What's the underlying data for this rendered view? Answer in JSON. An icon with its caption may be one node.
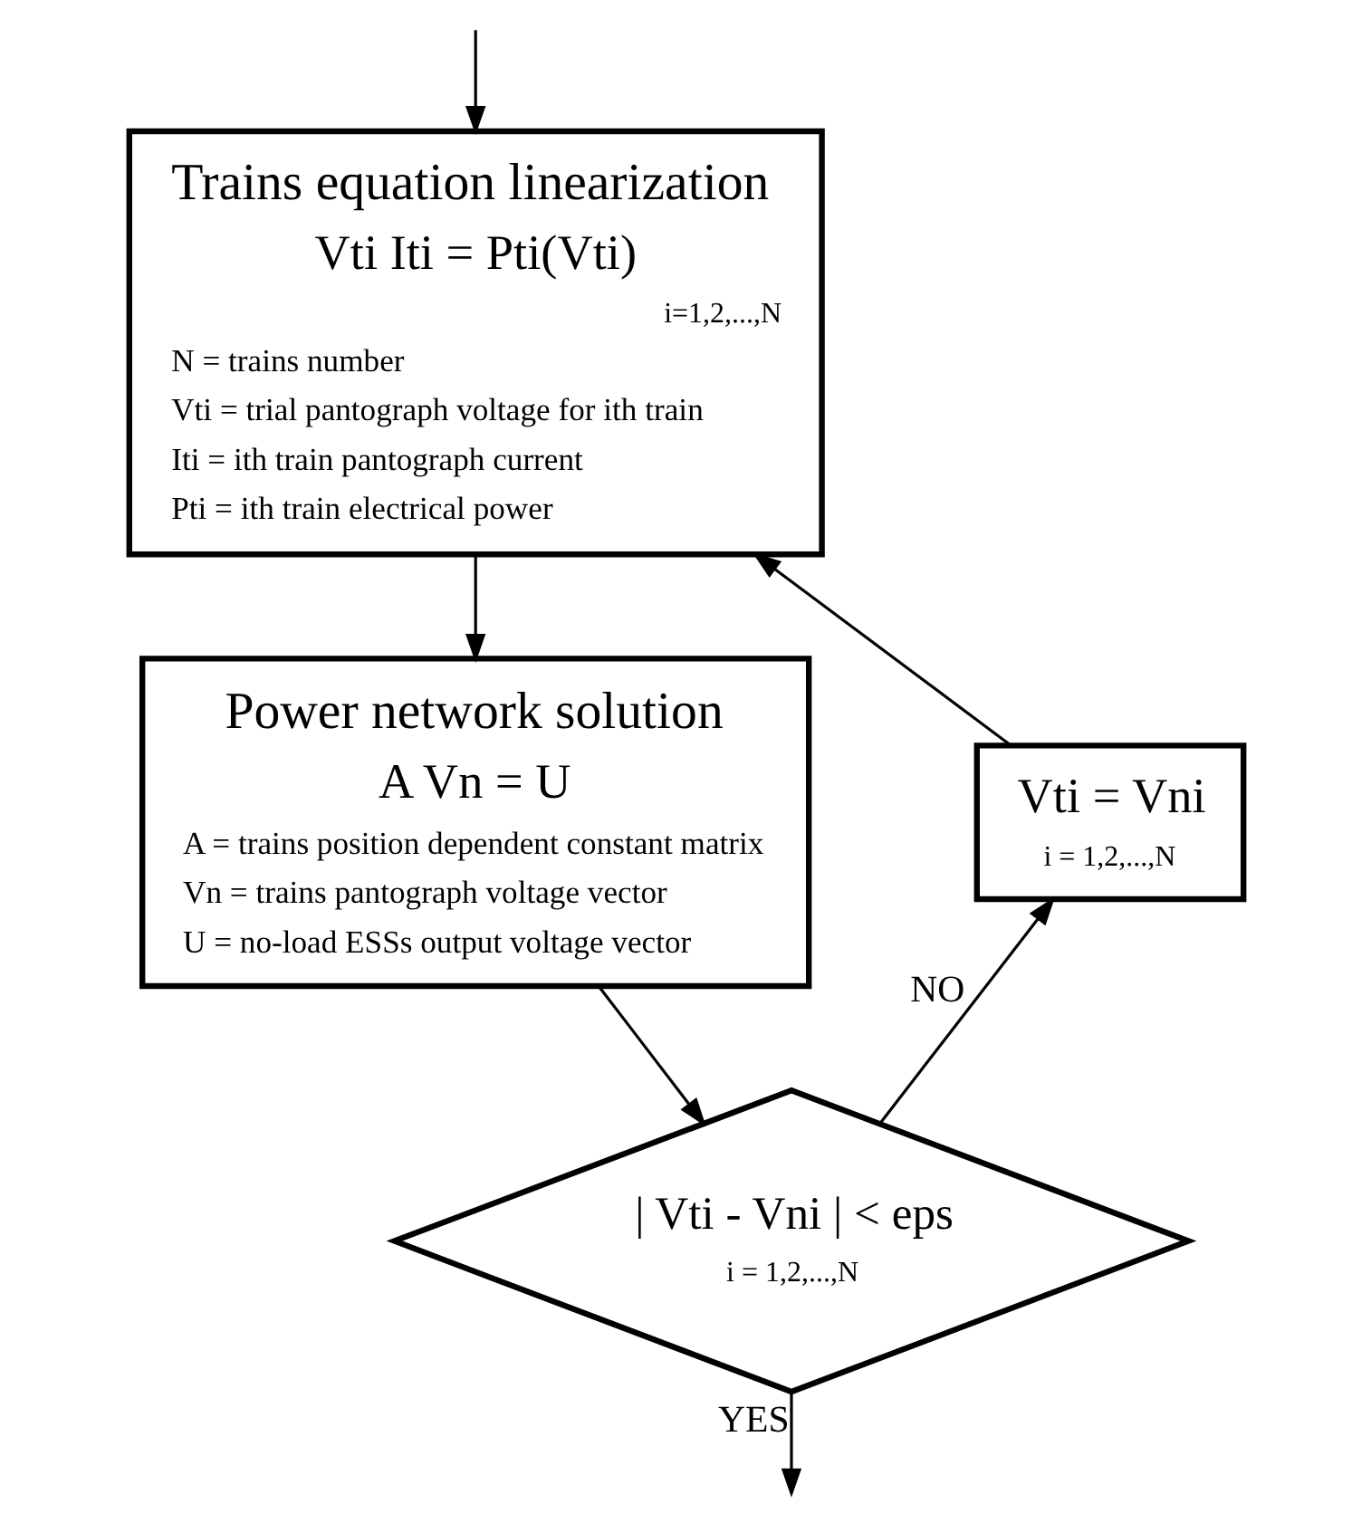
{
  "diagram": {
    "nodes": [
      {
        "text": [
          "Trains equation linearization",
          "Vti Iti = Pti(Vti)",
          "i=1,2,...,N",
          "N = trains number",
          "Vti = trial pantograph voltage for ith train",
          "Iti = ith train pantograph current",
          "Pti = ith train electrical power"
        ]
      },
      {
        "text": [
          "Power network solution",
          "A Vn = U",
          "A = trains position dependent constant matrix",
          "Vn = trains pantograph voltage vector",
          "U = no-load ESSs output voltage vector"
        ]
      },
      {
        "text": [
          "| Vti - Vni | < eps",
          "i = 1,2,...,N"
        ]
      },
      {
        "text": [
          "Vti = Vni",
          "i = 1,2,...,N"
        ]
      }
    ],
    "edges": [
      {
        "from": null,
        "to": 0,
        "arrow": "to"
      },
      {
        "from": 0,
        "to": 1,
        "arrow": "to"
      },
      {
        "from": 1,
        "to": 2,
        "arrow": "to"
      },
      {
        "from": 2,
        "to": 3,
        "arrow": "to",
        "label": "NO"
      },
      {
        "from": 3,
        "to": 0,
        "arrow": "to"
      },
      {
        "from": 2,
        "to": null,
        "arrow": "to",
        "label": "YES"
      }
    ]
  }
}
